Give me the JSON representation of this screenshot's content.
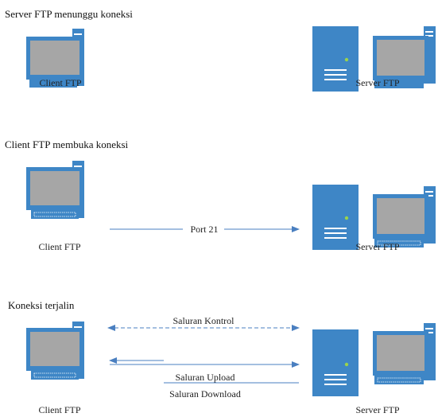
{
  "colors": {
    "device_blue": "#3E86C6",
    "screen_gray": "#A6A6A6",
    "arrow_blue": "#4A7FC0",
    "text": "#222222"
  },
  "icons": [
    "computer-icon",
    "server-icon"
  ],
  "scenes": [
    {
      "title": "Server FTP menunggu koneksi",
      "client_label": "Client FTP",
      "server_label": "Server FTP",
      "arrows": []
    },
    {
      "title": "Client FTP membuka koneksi",
      "client_label": "Client FTP",
      "server_label": "Server FTP",
      "arrows": [
        {
          "label": "Port 21",
          "direction": "to-server",
          "style": "solid"
        }
      ]
    },
    {
      "title": "Koneksi terjalin",
      "client_label": "Client FTP",
      "server_label": "Server FTP",
      "arrows": [
        {
          "label": "Saluran Kontrol",
          "direction": "both",
          "style": "dashed"
        },
        {
          "label": "Saluran Upload",
          "direction": "to-server",
          "style": "solid"
        },
        {
          "label": "Saluran Download",
          "direction": "to-client",
          "style": "solid"
        }
      ]
    }
  ]
}
